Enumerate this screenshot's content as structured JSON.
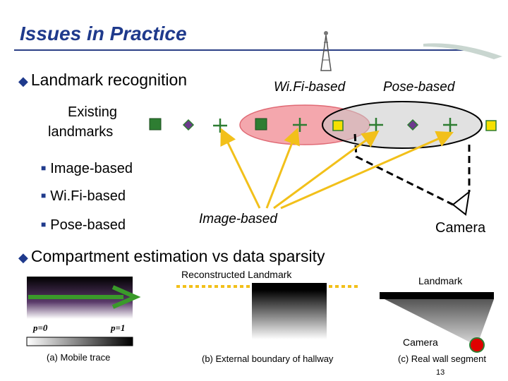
{
  "slide": {
    "title": "Issues in Practice",
    "page_number": "13"
  },
  "section1": {
    "heading": "Landmark recognition",
    "label_wifi": "Wi.Fi-based",
    "label_pose": "Pose-based",
    "existing_landmarks_line1": "Existing",
    "existing_landmarks_line2": "landmarks",
    "bullets": [
      "Image-based",
      "Wi.Fi-based",
      "Pose-based"
    ],
    "label_image": "Image-based",
    "label_camera": "Camera"
  },
  "section2": {
    "heading": "Compartment estimation vs data sparsity",
    "reconstructed_landmark": "Reconstructed  Landmark",
    "landmark": "Landmark",
    "p0": "p=0",
    "p1": "p=1",
    "camera": "Camera",
    "caption_a": "(a) Mobile trace",
    "caption_b": "(b) External boundary of hallway",
    "caption_c": "(c) Real wall segment"
  },
  "colors": {
    "title_blue": "#1f3a8c",
    "wifi_ellipse": "#f4a7ad",
    "pose_ellipse": "#c8c8c8",
    "arrow_yellow": "#f2c01a",
    "landmark_green": "#2e7d32",
    "landmark_purple": "#6b3a8c",
    "landmark_yellow": "#f5e000",
    "camera_red": "#e00000"
  }
}
